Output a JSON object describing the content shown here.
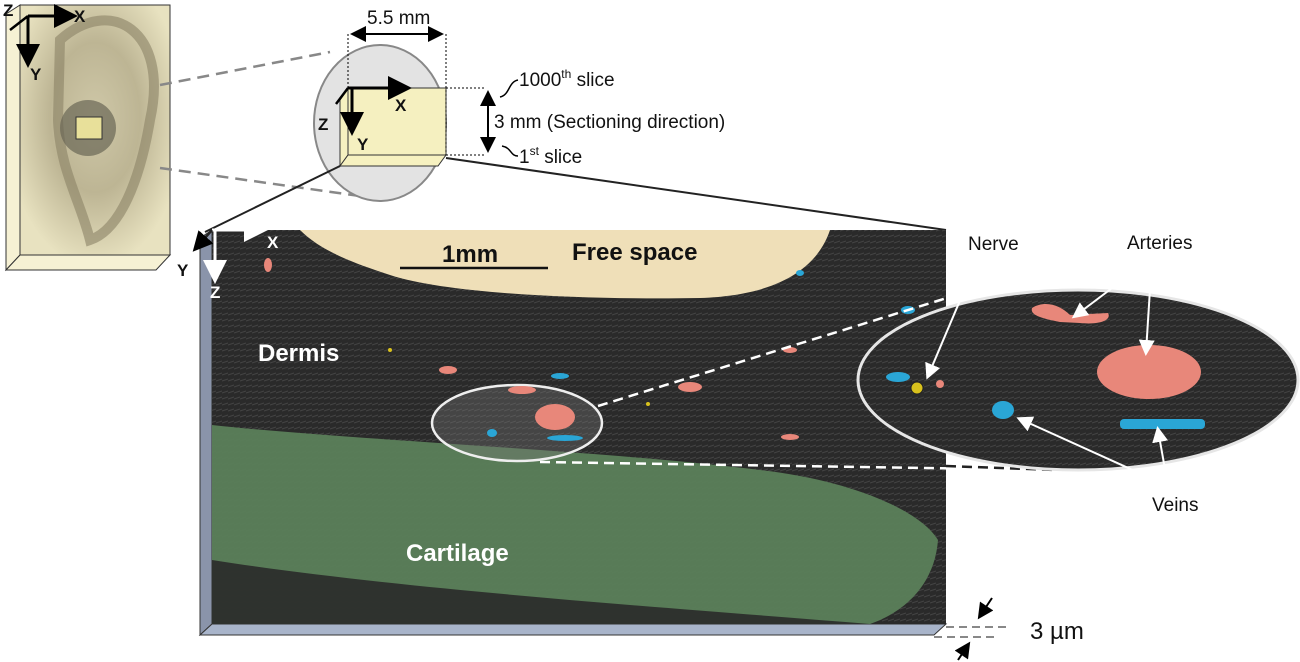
{
  "ear_panel": {
    "axis_x": "X",
    "axis_y": "Y",
    "axis_z": "Z"
  },
  "sample_block": {
    "axis_x": "X",
    "axis_y": "Y",
    "axis_z": "Z",
    "width_label": "5.5 mm",
    "top_slice": {
      "num": "1000",
      "sup": "th",
      "text": " slice"
    },
    "depth_label": "3 mm (Sectioning direction)",
    "bottom_slice": {
      "num": "1",
      "sup": "st",
      "text": " slice"
    }
  },
  "section": {
    "axis_x": "X",
    "axis_y": "Y",
    "axis_z": "Z",
    "scale_bar": "1mm",
    "free_space": "Free space",
    "dermis": "Dermis",
    "cartilage": "Cartilage",
    "thickness": "3 µm"
  },
  "zoom_callout": {
    "nerve": "Nerve",
    "arteries": "Arteries",
    "veins": "Veins"
  },
  "colors": {
    "artery": "#e8877a",
    "vein": "#2aa6d6",
    "nerve": "#d9c21d",
    "cartilage": "#5b7f5a",
    "block": "#f5f0c0"
  }
}
